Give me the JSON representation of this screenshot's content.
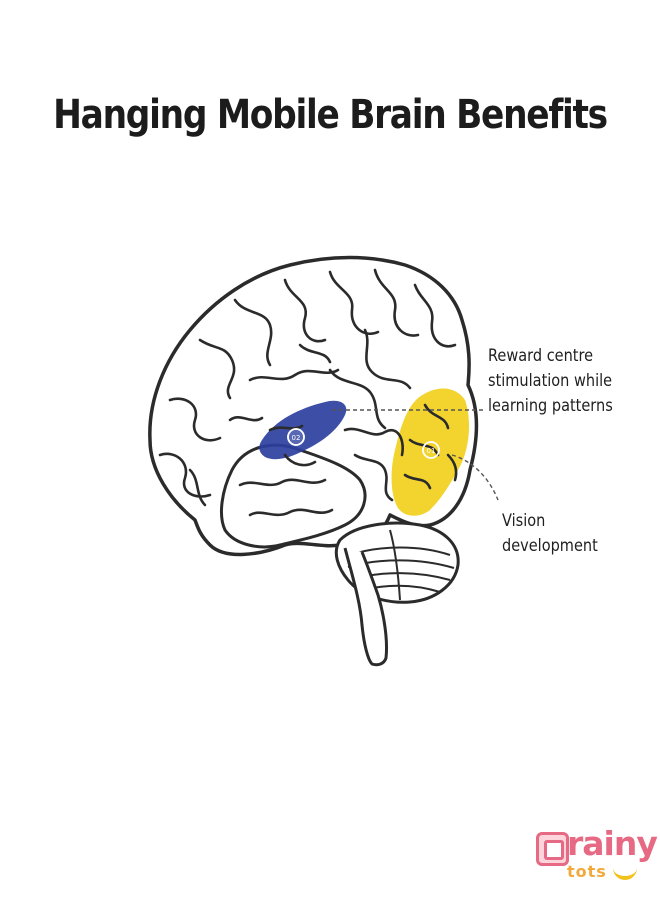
{
  "title": "Hanging Mobile Brain Benefits",
  "callouts": {
    "reward_line1": "Reward centre",
    "reward_line2": "stimulation while",
    "reward_line3": "learning patterns",
    "vision_line1": "Vision",
    "vision_line2": "development"
  },
  "markers": {
    "marker_01": "01",
    "marker_02": "02"
  },
  "logo": {
    "word": "rainy",
    "sub": "tots"
  },
  "colors": {
    "blue_highlight": "#2c3fa0",
    "yellow_highlight": "#f2cf1c",
    "outline": "#2b2b2b",
    "logo_pink": "#e66a84",
    "logo_orange": "#f2a93b"
  }
}
